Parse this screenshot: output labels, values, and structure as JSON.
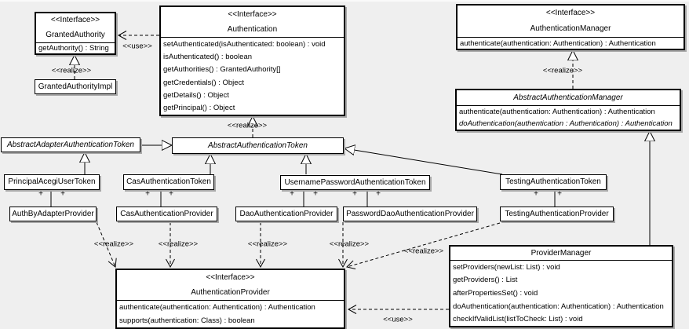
{
  "diagram": {
    "background_color": "#efefef",
    "box_fill_color": "#ffffff",
    "line_color": "#000000",
    "classes": [
      {
        "id": "granted-authority",
        "stereotype": "<<Interface>>",
        "name": "GrantedAuthority",
        "abstract": false,
        "methods": [
          {
            "text": "getAuthority() : String",
            "italic": false
          }
        ]
      },
      {
        "id": "granted-authority-impl",
        "name": "GrantedAuthorityImpl",
        "abstract": false,
        "methods": []
      },
      {
        "id": "authentication",
        "stereotype": "<<Interface>>",
        "name": "Authentication",
        "abstract": false,
        "methods": [
          {
            "text": "setAuthenticated(isAuthenticated: boolean) : void",
            "italic": false
          },
          {
            "text": "isAuthenticated() : boolean",
            "italic": false
          },
          {
            "text": "getAuthorities() : GrantedAuthority[]",
            "italic": false
          },
          {
            "text": "getCredentials() : Object",
            "italic": false
          },
          {
            "text": "getDetails() : Object",
            "italic": false
          },
          {
            "text": "getPrincipal() : Object",
            "italic": false
          }
        ]
      },
      {
        "id": "authentication-manager",
        "stereotype": "<<Interface>>",
        "name": "AuthenticationManager",
        "abstract": false,
        "methods": [
          {
            "text": "authenticate(authentication: Authentication) : Authentication",
            "italic": false
          }
        ]
      },
      {
        "id": "abstract-authentication-manager",
        "name": "AbstractAuthenticationManager",
        "abstract": true,
        "methods": [
          {
            "text": "authenticate(authentication: Authentication) : Authentication",
            "italic": false
          },
          {
            "text": "doAuthentication(authentication : Authentication) : Authentication",
            "italic": true
          }
        ]
      },
      {
        "id": "abstract-adapter-authentication-token",
        "name": "AbstractAdapterAuthenticationToken",
        "abstract": true,
        "methods": []
      },
      {
        "id": "abstract-authentication-token",
        "name": "AbstractAuthenticationToken",
        "abstract": true,
        "methods": []
      },
      {
        "id": "principal-acegi-user-token",
        "name": "PrincipalAcegiUserToken",
        "abstract": false,
        "methods": []
      },
      {
        "id": "cas-authentication-token",
        "name": "CasAuthenticationToken",
        "abstract": false,
        "methods": []
      },
      {
        "id": "username-password-authentication-token",
        "name": "UsernamePasswordAuthenticationToken",
        "abstract": false,
        "methods": []
      },
      {
        "id": "testing-authentication-token",
        "name": "TestingAuthenticationToken",
        "abstract": false,
        "methods": []
      },
      {
        "id": "auth-by-adapter-provider",
        "name": "AuthByAdapterProvider",
        "abstract": false,
        "methods": []
      },
      {
        "id": "cas-authentication-provider",
        "name": "CasAuthenticationProvider",
        "abstract": false,
        "methods": []
      },
      {
        "id": "dao-authentication-provider",
        "name": "DaoAuthenticationProvider",
        "abstract": false,
        "methods": []
      },
      {
        "id": "password-dao-authentication-provider",
        "name": "PasswordDaoAuthenticationProvider",
        "abstract": false,
        "methods": []
      },
      {
        "id": "testing-authentication-provider",
        "name": "TestingAuthenticationProvider",
        "abstract": false,
        "methods": []
      },
      {
        "id": "provider-manager",
        "name": "ProviderManager",
        "abstract": false,
        "methods": [
          {
            "text": "setProviders(newList: List) : void",
            "italic": false
          },
          {
            "text": "getProviders() : List",
            "italic": false
          },
          {
            "text": "afterPropertiesSet() : void",
            "italic": false
          },
          {
            "text": "doAuthentication(authentication: Authentication) : Authentication",
            "italic": false
          },
          {
            "text": "checkIfValidList(listToCheck: List) : void",
            "italic": false
          }
        ]
      },
      {
        "id": "authentication-provider",
        "stereotype": "<<Interface>>",
        "name": "AuthenticationProvider",
        "abstract": false,
        "methods": [
          {
            "text": "authenticate(authentication: Authentication) : Authentication",
            "italic": false
          },
          {
            "text": "supports(authentication: Class) : boolean",
            "italic": false
          }
        ]
      }
    ],
    "relationships": [
      {
        "type": "usage",
        "from": "authentication",
        "to": "granted-authority",
        "label": "<<use>>"
      },
      {
        "type": "realization",
        "from": "granted-authority-impl",
        "to": "granted-authority",
        "label": "<<realize>>"
      },
      {
        "type": "realization",
        "from": "abstract-authentication-token",
        "to": "authentication",
        "label": "<<realize>>"
      },
      {
        "type": "realization",
        "from": "abstract-authentication-manager",
        "to": "authentication-manager",
        "label": "<<realize>>"
      },
      {
        "type": "generalization",
        "from": "abstract-adapter-authentication-token",
        "to": "abstract-authentication-token",
        "label": ""
      },
      {
        "type": "generalization",
        "from": "principal-acegi-user-token",
        "to": "abstract-adapter-authentication-token",
        "label": ""
      },
      {
        "type": "generalization",
        "from": "cas-authentication-token",
        "to": "abstract-authentication-token",
        "label": ""
      },
      {
        "type": "generalization",
        "from": "username-password-authentication-token",
        "to": "abstract-authentication-token",
        "label": ""
      },
      {
        "type": "generalization",
        "from": "testing-authentication-token",
        "to": "abstract-authentication-token",
        "label": ""
      },
      {
        "type": "generalization",
        "from": "provider-manager",
        "to": "abstract-authentication-manager",
        "label": ""
      },
      {
        "type": "association",
        "from": "principal-acegi-user-token",
        "to": "auth-by-adapter-provider",
        "end_labels": [
          "+",
          "+"
        ]
      },
      {
        "type": "association",
        "from": "cas-authentication-token",
        "to": "cas-authentication-provider",
        "end_labels": [
          "+",
          "+"
        ]
      },
      {
        "type": "association",
        "from": "username-password-authentication-token",
        "to": "dao-authentication-provider",
        "end_labels": [
          "+",
          "+"
        ]
      },
      {
        "type": "association",
        "from": "username-password-authentication-token",
        "to": "password-dao-authentication-provider",
        "end_labels": [
          "+",
          "+"
        ]
      },
      {
        "type": "association",
        "from": "testing-authentication-token",
        "to": "testing-authentication-provider",
        "end_labels": [
          "+",
          "+"
        ]
      },
      {
        "type": "realization",
        "from": "auth-by-adapter-provider",
        "to": "authentication-provider",
        "label": "<<realize>>"
      },
      {
        "type": "realization",
        "from": "cas-authentication-provider",
        "to": "authentication-provider",
        "label": "<<realize>>"
      },
      {
        "type": "realization",
        "from": "dao-authentication-provider",
        "to": "authentication-provider",
        "label": "<<realize>>"
      },
      {
        "type": "realization",
        "from": "password-dao-authentication-provider",
        "to": "authentication-provider",
        "label": "<<realize>>"
      },
      {
        "type": "realization",
        "from": "testing-authentication-provider",
        "to": "authentication-provider",
        "label": "<<realize>>"
      },
      {
        "type": "usage",
        "from": "provider-manager",
        "to": "authentication-provider",
        "label": "<<use>>"
      }
    ]
  }
}
